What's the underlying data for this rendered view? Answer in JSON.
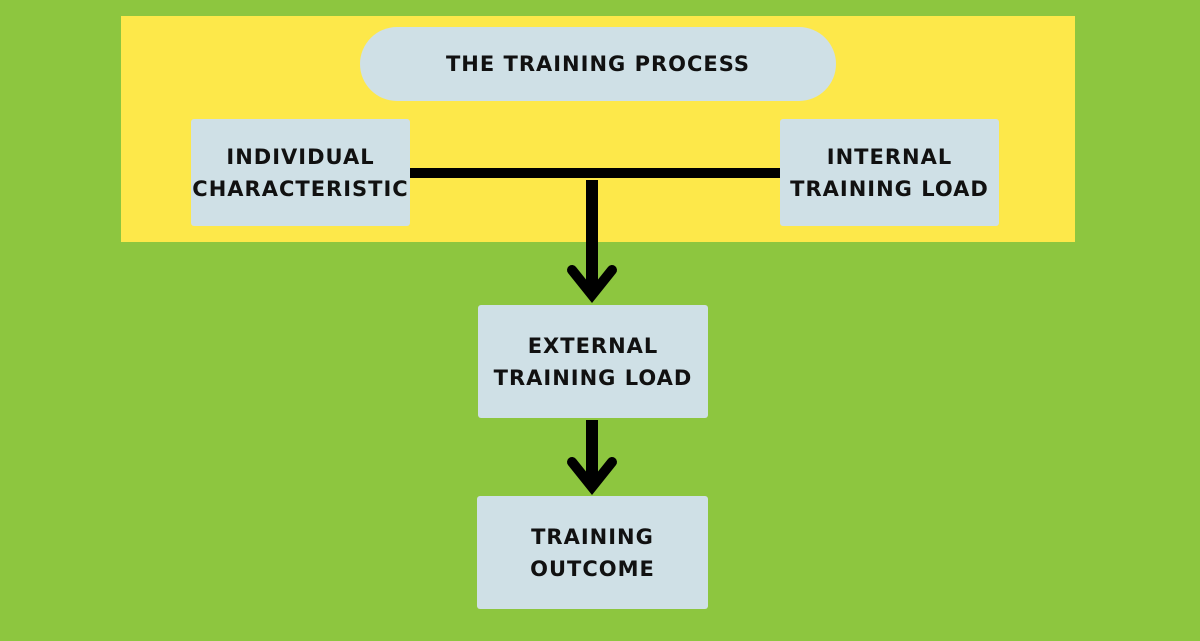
{
  "title": "THE TRAINING PROCESS",
  "individual": "INDIVIDUAL\nCHARACTERISTIC",
  "internal": "INTERNAL\nTRAINING LOAD",
  "external": "EXTERNAL\nTRAINING LOAD",
  "outcome": "TRAINING\nOUTCOME"
}
